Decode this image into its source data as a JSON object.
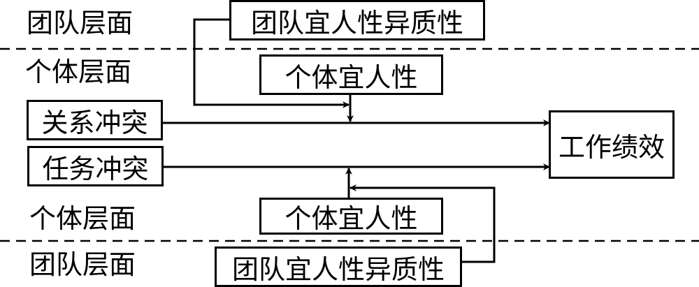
{
  "levels": {
    "top_team": "团队层面",
    "top_individual": "个体层面",
    "bottom_individual": "个体层面",
    "bottom_team": "团队层面"
  },
  "nodes": {
    "team_agreeableness_top": "团队宜人性异质性",
    "individual_agreeableness_top": "个体宜人性",
    "relationship_conflict": "关系冲突",
    "task_conflict": "任务冲突",
    "job_performance": "工作绩效",
    "individual_agreeableness_bottom": "个体宜人性",
    "team_agreeableness_bottom": "团队宜人性异质性"
  },
  "edges": [
    {
      "from": "relationship_conflict",
      "to": "job_performance"
    },
    {
      "from": "task_conflict",
      "to": "job_performance"
    },
    {
      "from": "individual_agreeableness_top",
      "to": "relationship_conflict->job_performance",
      "type": "moderation"
    },
    {
      "from": "team_agreeableness_top",
      "to": "individual_agreeableness_top moderation",
      "type": "cross-level moderation"
    },
    {
      "from": "individual_agreeableness_bottom",
      "to": "task_conflict->job_performance",
      "type": "moderation"
    },
    {
      "from": "team_agreeableness_bottom",
      "to": "individual_agreeableness_bottom moderation",
      "type": "cross-level moderation"
    }
  ]
}
